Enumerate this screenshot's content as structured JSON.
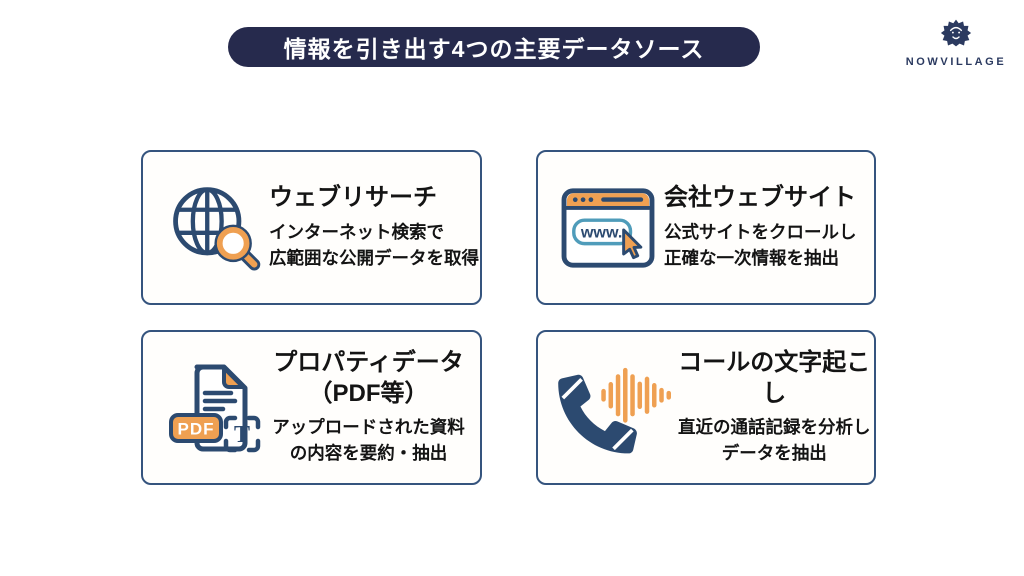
{
  "slide": {
    "title": "情報を引き出す4つの主要データソース"
  },
  "logo": {
    "brand": "NOWVILLAGE",
    "icon": "lion-icon"
  },
  "colors": {
    "banner_navy": "#262a4d",
    "icon_navy": "#2c4a70",
    "card_border_navy": "#35547e",
    "accent_orange": "#efa052",
    "address_pill_blue": "#4f9cba",
    "text_black": "#141414",
    "logo_navy": "#2b3a60"
  },
  "cards": [
    {
      "icon": "globe-search-icon",
      "title_lines": [
        "ウェブリサーチ"
      ],
      "desc_lines": [
        "インターネット検索で",
        "広範囲な公開データを取得"
      ]
    },
    {
      "icon": "browser-www-icon",
      "icon_label": "www.",
      "title_lines": [
        "会社ウェブサイト"
      ],
      "desc_lines": [
        "公式サイトをクロールし",
        "正確な一次情報を抽出"
      ]
    },
    {
      "icon": "pdf-document-icon",
      "badge_label": "PDF",
      "ocr_letter": "T",
      "title_lines": [
        "プロパティデータ",
        "（PDF等）"
      ],
      "desc_lines": [
        "アップロードされた資料",
        "の内容を要約・抽出"
      ]
    },
    {
      "icon": "phone-waveform-icon",
      "title_lines": [
        "コールの文字起こし"
      ],
      "desc_lines": [
        "直近の通話記録を分析し",
        "データを抽出"
      ]
    }
  ]
}
